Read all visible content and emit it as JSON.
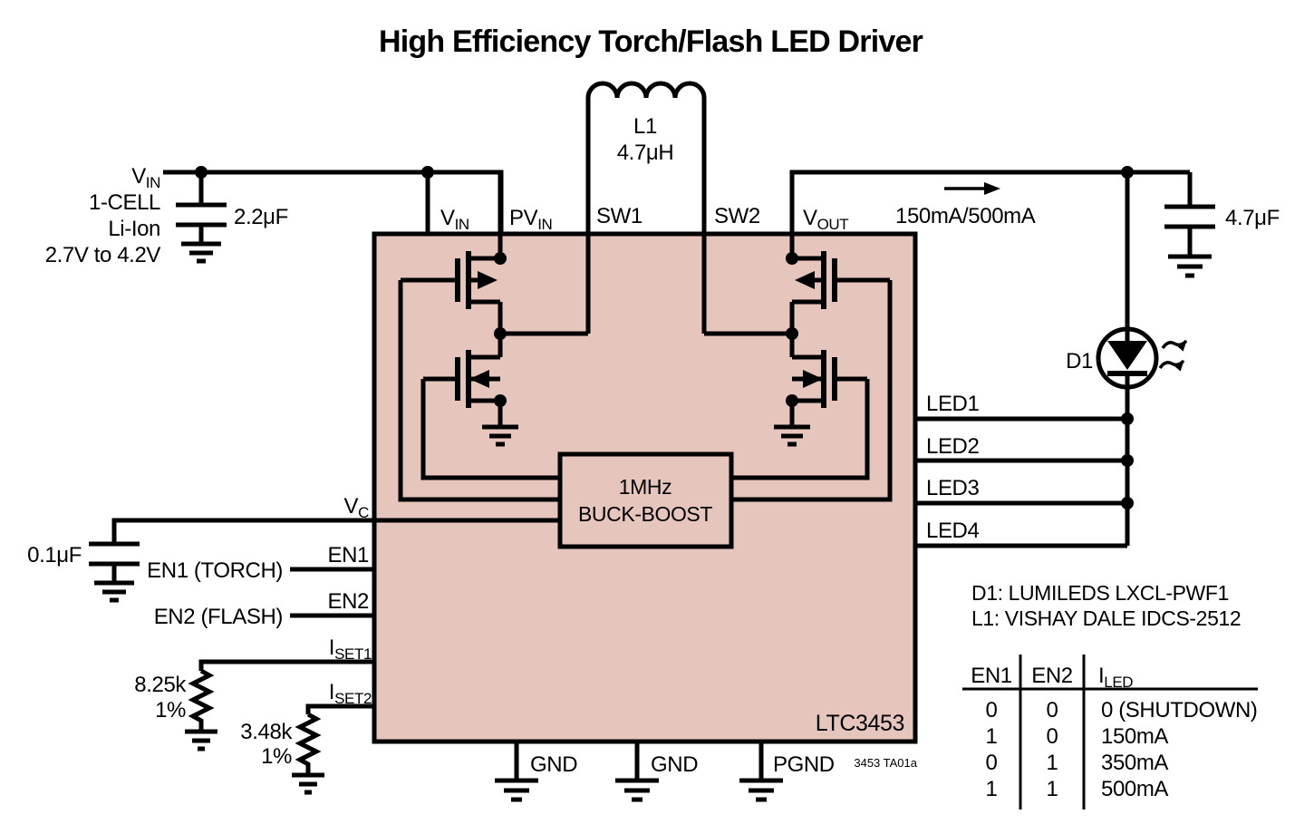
{
  "title": "High Efficiency Torch/Flash LED Driver",
  "colors": {
    "ic_fill": "#e6c5bc",
    "line": "#000000"
  },
  "source": {
    "v_main": "V",
    "v_sub": "IN",
    "line1": "1-CELL",
    "line2": "Li-Ion",
    "line3": "2.7V to 4.2V",
    "cap_value": "2.2μF"
  },
  "inductor": {
    "ref": "L1",
    "value": "4.7μH"
  },
  "output": {
    "current_label": "150mA/500mA",
    "cap_value": "4.7μF",
    "diode_ref": "D1"
  },
  "vc_cap_value": "0.1μF",
  "resistors": {
    "r1_value": "8.25k",
    "r1_tol": "1%",
    "r2_value": "3.48k",
    "r2_tol": "1%"
  },
  "control_labels": {
    "en1": "EN1 (TORCH)",
    "en2": "EN2 (FLASH)"
  },
  "ic": {
    "part": "LTC3453",
    "block_line1": "1MHz",
    "block_line2": "BUCK-BOOST",
    "pins": {
      "vin_main": "V",
      "vin_sub": "IN",
      "pvin_main": "PV",
      "pvin_sub": "IN",
      "sw1": "SW1",
      "sw2": "SW2",
      "vout_main": "V",
      "vout_sub": "OUT",
      "vc_main": "V",
      "vc_sub": "C",
      "en1": "EN1",
      "en2": "EN2",
      "iset1_main": "I",
      "iset1_sub": "SET1",
      "iset2_main": "I",
      "iset2_sub": "SET2",
      "led1": "LED1",
      "led2": "LED2",
      "led3": "LED3",
      "led4": "LED4",
      "gnd1": "GND",
      "gnd2": "GND",
      "pgnd": "PGND"
    }
  },
  "figure_id": "3453 TA01a",
  "notes": {
    "d1": "D1: LUMILEDS LXCL-PWF1",
    "l1": "L1: VISHAY DALE IDCS-2512"
  },
  "truth_table": {
    "header_en1": "EN1",
    "header_en2": "EN2",
    "header_iled_main": "I",
    "header_iled_sub": "LED",
    "rows": [
      {
        "en1": "0",
        "en2": "0",
        "iled": "0 (SHUTDOWN)"
      },
      {
        "en1": "1",
        "en2": "0",
        "iled": "150mA"
      },
      {
        "en1": "0",
        "en2": "1",
        "iled": "350mA"
      },
      {
        "en1": "1",
        "en2": "1",
        "iled": "500mA"
      }
    ]
  }
}
